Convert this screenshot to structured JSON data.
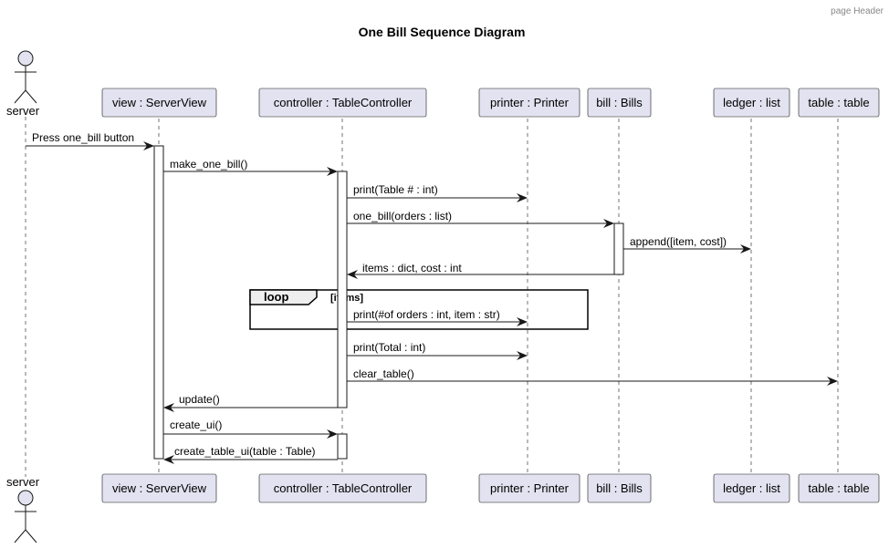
{
  "header": {
    "text": "page Header"
  },
  "title": "One Bill Sequence Diagram",
  "actor": {
    "name": "server"
  },
  "participants": [
    {
      "id": "view",
      "label": "view : ServerView"
    },
    {
      "id": "controller",
      "label": "controller : TableController"
    },
    {
      "id": "printer",
      "label": "printer : Printer"
    },
    {
      "id": "bill",
      "label": "bill : Bills"
    },
    {
      "id": "ledger",
      "label": "ledger : list"
    },
    {
      "id": "table",
      "label": "table : table"
    }
  ],
  "messages": [
    {
      "from": "server",
      "to": "view",
      "label": "Press one_bill button",
      "kind": "sync"
    },
    {
      "from": "view",
      "to": "controller",
      "label": "make_one_bill()",
      "kind": "sync"
    },
    {
      "from": "controller",
      "to": "printer",
      "label": "print(Table # : int)",
      "kind": "sync"
    },
    {
      "from": "controller",
      "to": "bill",
      "label": "one_bill(orders : list)",
      "kind": "sync"
    },
    {
      "from": "bill",
      "to": "ledger",
      "label": "append([item, cost])",
      "kind": "sync"
    },
    {
      "from": "bill",
      "to": "controller",
      "label": "items : dict, cost : int",
      "kind": "reply"
    },
    {
      "from": "controller",
      "to": "printer",
      "label": "print(#of orders : int, item : str)",
      "kind": "sync"
    },
    {
      "from": "controller",
      "to": "printer",
      "label": "print(Total : int)",
      "kind": "sync"
    },
    {
      "from": "controller",
      "to": "table",
      "label": "clear_table()",
      "kind": "sync"
    },
    {
      "from": "controller",
      "to": "view",
      "label": "update()",
      "kind": "sync"
    },
    {
      "from": "view",
      "to": "controller",
      "label": "create_ui()",
      "kind": "sync"
    },
    {
      "from": "controller",
      "to": "view",
      "label": "create_table_ui(table : Table)",
      "kind": "sync"
    }
  ],
  "loop": {
    "keyword": "loop",
    "guard": "[items]"
  },
  "colors": {
    "participant_fill": "#e2e2f0",
    "line": "#181818",
    "loop_tab": "#eeeeee"
  }
}
